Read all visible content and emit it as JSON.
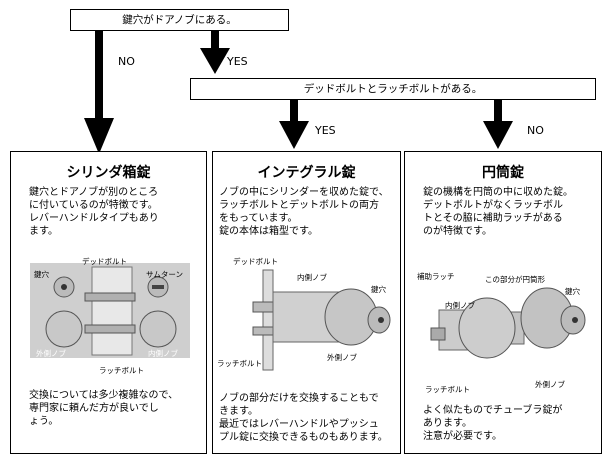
{
  "q1": "鍵穴がドアノブにある。",
  "q2": "デッドボルトとラッチボルトがある。",
  "labels": {
    "no1": "NO",
    "yes1": "YES",
    "yes2": "YES",
    "no2": "NO"
  },
  "cards": [
    {
      "title": "シリンダ箱錠",
      "desc": "鍵穴とドアノブが別のところ\nに付いているのが特徴です。\nレバーハンドルタイプもあり\nます。",
      "annotations": {
        "keyhole": "鍵穴",
        "deadbolt": "デッドボルト",
        "thumbturn": "サムターン",
        "outer_knob": "外側ノブ",
        "inner_knob": "内側ノブ",
        "latchbolt": "ラッチボルト"
      },
      "note": "交換については多少複雑なので、\n専門家に頼んだ方が良いでし\nょう。"
    },
    {
      "title": "インテグラル錠",
      "desc": "ノブの中にシリンダーを収めた錠で、\nラッチボルトとデットボルトの両方\nをもっています。\n錠の本体は箱型です。",
      "annotations": {
        "deadbolt": "デッドボルト",
        "inner_knob": "内側ノブ",
        "keyhole": "鍵穴",
        "latchbolt": "ラッチボルト",
        "outer_knob": "外側ノブ"
      },
      "note": "ノブの部分だけを交換することもで\nきます。\n最近ではレバーハンドルやプッシュ\nプル錠に交換できるものもあります。"
    },
    {
      "title": "円筒錠",
      "desc": "錠の機構を円筒の中に収めた錠。\nデットボルトがなくラッチボル\nトとその脇に補助ラッチがある\nのが特徴です。",
      "annotations": {
        "aux_latch": "補助ラッチ",
        "cylinder_part": "この部分が円筒形",
        "keyhole": "鍵穴",
        "inner_knob": "内側ノブ",
        "latchbolt": "ラッチボルト",
        "outer_knob": "外側ノブ"
      },
      "note": "よく似たものでチューブラ錠が\nあります。\n注意が必要です。"
    }
  ]
}
